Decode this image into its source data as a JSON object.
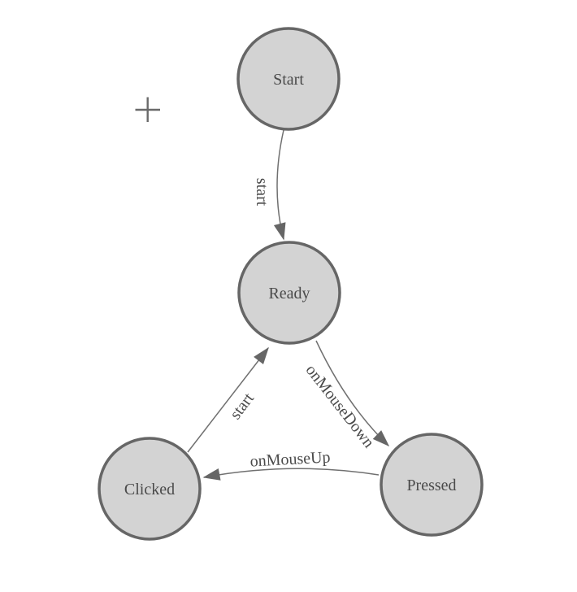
{
  "diagram": {
    "nodes": [
      {
        "id": "start",
        "label": "Start"
      },
      {
        "id": "ready",
        "label": "Ready"
      },
      {
        "id": "clicked",
        "label": "Clicked"
      },
      {
        "id": "pressed",
        "label": "Pressed"
      }
    ],
    "edges": [
      {
        "from": "Start",
        "to": "Ready",
        "label": "start"
      },
      {
        "from": "Ready",
        "to": "Pressed",
        "label": "onMouseDown"
      },
      {
        "from": "Pressed",
        "to": "Clicked",
        "label": "onMouseUp"
      },
      {
        "from": "Clicked",
        "to": "Ready",
        "label": "start"
      }
    ],
    "icons": {
      "crosshair": "+"
    },
    "colors": {
      "canvas_bg": "#ffffff",
      "node_fill": "#d3d3d3",
      "node_stroke": "#666666",
      "edge_stroke": "#707070",
      "arrow_fill": "#666666",
      "label_text": "#4a4a4a",
      "crosshair": "#6a6a6a"
    }
  }
}
